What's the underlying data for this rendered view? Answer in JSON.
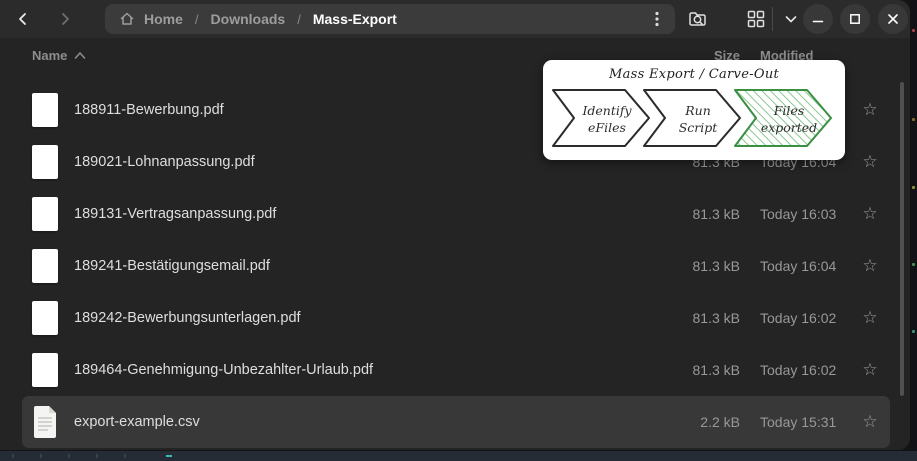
{
  "titlebar": {
    "breadcrumb": {
      "separator": "/",
      "items": [
        {
          "label": "Home"
        },
        {
          "label": "Downloads"
        },
        {
          "label": "Mass-Export"
        }
      ]
    }
  },
  "list": {
    "columns": {
      "name": "Name",
      "size": "Size",
      "modified": "Modified"
    },
    "star_glyph": "☆",
    "files": [
      {
        "name": "188911-Bewerbung.pdf",
        "size": "",
        "modified": "",
        "type": "pdf"
      },
      {
        "name": "189021-Lohnanpassung.pdf",
        "size": "81.3 kB",
        "modified": "Today 16:04",
        "type": "pdf"
      },
      {
        "name": "189131-Vertragsanpassung.pdf",
        "size": "81.3 kB",
        "modified": "Today 16:03",
        "type": "pdf"
      },
      {
        "name": "189241-Bestätigungsemail.pdf",
        "size": "81.3 kB",
        "modified": "Today 16:04",
        "type": "pdf"
      },
      {
        "name": "189242-Bewerbungsunterlagen.pdf",
        "size": "81.3 kB",
        "modified": "Today 16:02",
        "type": "pdf"
      },
      {
        "name": "189464-Genehmigung-Unbezahlter-Urlaub.pdf",
        "size": "81.3 kB",
        "modified": "Today 16:02",
        "type": "pdf"
      },
      {
        "name": "export-example.csv",
        "size": "2.2 kB",
        "modified": "Today 15:31",
        "type": "csv"
      }
    ]
  },
  "overlay": {
    "title": "Mass Export / Carve-Out",
    "steps": [
      {
        "line1": "Identify",
        "line2": "eFiles",
        "state": "pending"
      },
      {
        "line1": "Run",
        "line2": "Script",
        "state": "pending"
      },
      {
        "line1": "Files",
        "line2": "exported",
        "state": "done"
      }
    ],
    "colors": {
      "outline": "#2b2b2b",
      "done_stroke": "#3a8f43",
      "done_hatch": "#8cc893"
    }
  }
}
